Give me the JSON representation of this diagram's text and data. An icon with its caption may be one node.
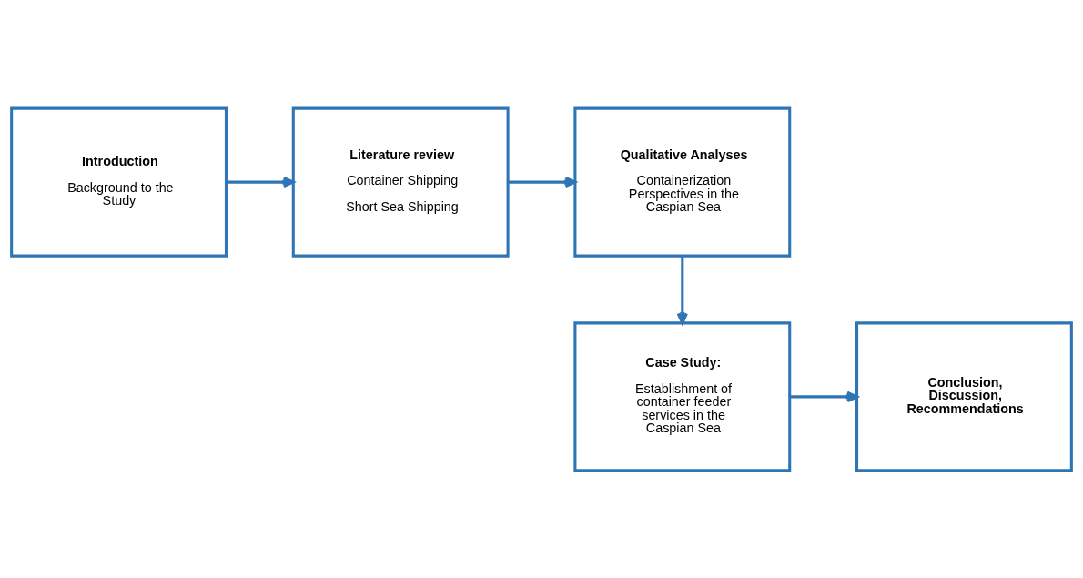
{
  "diagram": {
    "nodes": [
      {
        "text": [
          "Introduction",
          "Background to the Study"
        ]
      },
      {
        "text": [
          "Literature review",
          "Container Shipping",
          "Short Sea Shipping"
        ]
      },
      {
        "text": [
          "Qualitative Analyses",
          "Containerization Perspectives in the Caspian Sea"
        ]
      },
      {
        "text": [
          "Case Study:",
          "Establishment of container feeder services in the Caspian Sea"
        ]
      },
      {
        "text": [
          "Conclusion, Discussion, Recommendations"
        ]
      }
    ],
    "edges": [
      {
        "from": 0,
        "to": 1,
        "arrow": "to"
      },
      {
        "from": 1,
        "to": 2,
        "arrow": "to"
      },
      {
        "from": 2,
        "to": 3,
        "arrow": "to"
      },
      {
        "from": 3,
        "to": 4,
        "arrow": "to"
      }
    ]
  }
}
